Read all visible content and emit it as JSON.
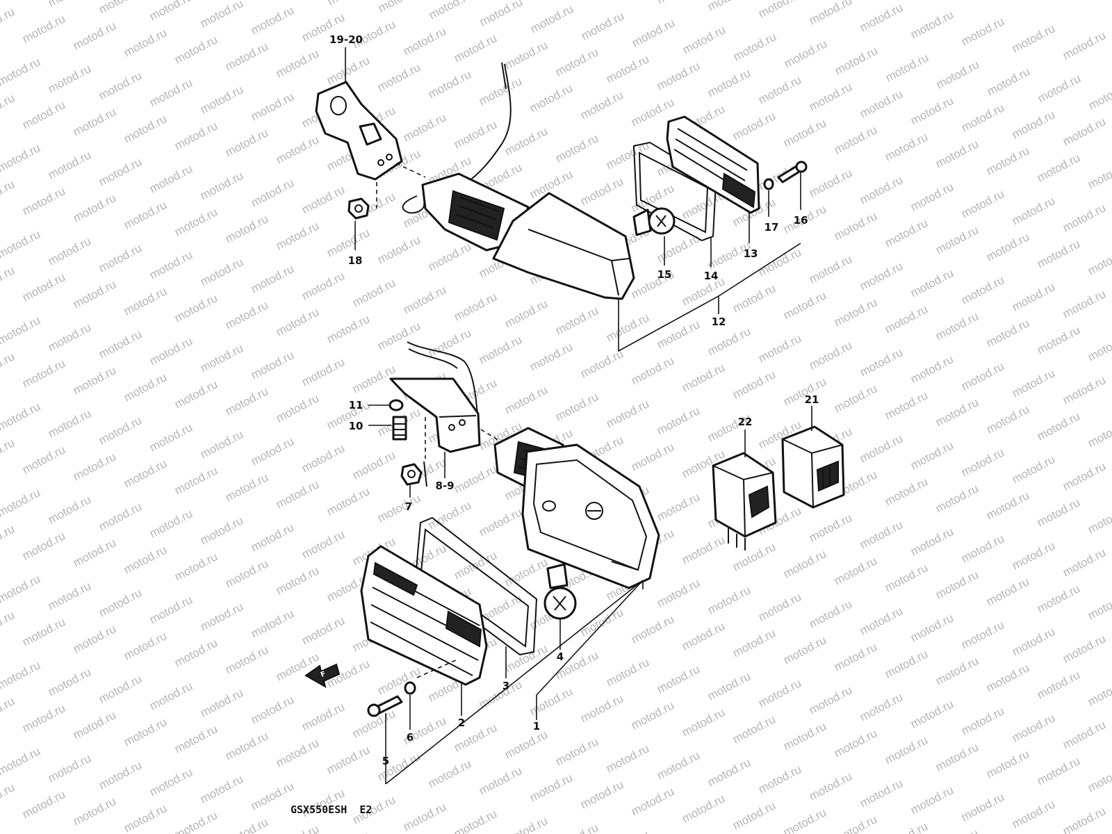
{
  "diagram": {
    "model_code": "GSX550ESH  E2",
    "watermark_text": "motod.ru",
    "colors": {
      "line": "#111111",
      "background": "#ffffff",
      "watermark": "#b5b5b5"
    },
    "callouts": {
      "p19_20": "19-20",
      "p18": "18",
      "p17": "17",
      "p16": "16",
      "p15": "15",
      "p14": "14",
      "p13": "13",
      "p12": "12",
      "p11": "11",
      "p10": "10",
      "p8_9": "8-9",
      "p7": "7",
      "p22": "22",
      "p21": "21",
      "p4": "4",
      "p3": "3",
      "p2": "2",
      "p1": "1",
      "p6": "6",
      "p5": "5"
    },
    "icons": {
      "front_arrow": "front-arrow-icon"
    }
  }
}
